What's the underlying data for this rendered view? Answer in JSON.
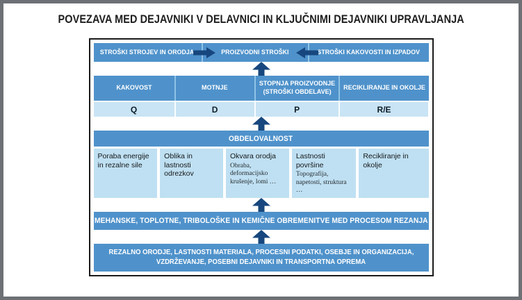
{
  "title": "POVEZAVA MED DEJAVNIKI V DELAVNICI IN KLJUČNIMI DEJAVNIKI UPRAVLJANJA",
  "colors": {
    "band_blue": "#4f92cb",
    "cell_light_blue": "#bfe0f2",
    "symbols_row_blue": "#c9e4f4",
    "divider_light_blue": "#8fc3e6",
    "arrow_navy": "#17477e",
    "diagram_border": "#1a1a1a",
    "frame_gray": "#6d7176",
    "title_color": "#1d1d1d"
  },
  "icons": {
    "up_arrow_icon": "▲",
    "right_arrow_icon": "▶",
    "left_arrow_icon": "◀"
  },
  "diagram": {
    "top_row": {
      "left": "STROŠKI STROJEV IN ORODJA",
      "center": "PROIZVODNI STROŠKI",
      "right": "STROŠKI KAKOVOSTI IN IZPADOV"
    },
    "key_factors": [
      {
        "lines": [
          "KAKOVOST"
        ],
        "symbol": "Q"
      },
      {
        "lines": [
          "MOTNJE"
        ],
        "symbol": "D"
      },
      {
        "lines": [
          "STOPNJA PROIZVODNJE",
          "(STROŠKI OBDELAVE)"
        ],
        "symbol": "P"
      },
      {
        "lines": [
          "RECIKLIRANJE IN OKOLJE"
        ],
        "symbol": "R/E"
      }
    ],
    "machinability_header": "OBDELOVALNOST",
    "machinability_cells": [
      {
        "title": "Poraba energije in rezalne sile",
        "subtitle": ""
      },
      {
        "title": "Oblika in lastnosti odrezkov",
        "subtitle": ""
      },
      {
        "title": "Okvara orodja",
        "subtitle": "Obraba, deformacijsko krušenje, lomi …"
      },
      {
        "title": "Lastnosti površine",
        "subtitle": "Topografija, napetosti, struktura …"
      },
      {
        "title": "Recikliranje in okolje",
        "subtitle": ""
      }
    ],
    "loads_band": "MEHANSKE, TOPLOTNE, TRIBOLOŠKE IN KEMIČNE OBREMENITVE MED PROCESOM REZANJA",
    "inputs_band_lines": [
      "REZALNO ORODJE, LASTNOSTI MATERIALA, PROCESNI PODATKI, OSEBJE IN ORGANIZACIJA,",
      "VZDRŽEVANJE, POSEBNI DEJAVNIKI IN TRANSPORTNA OPREMA"
    ]
  }
}
